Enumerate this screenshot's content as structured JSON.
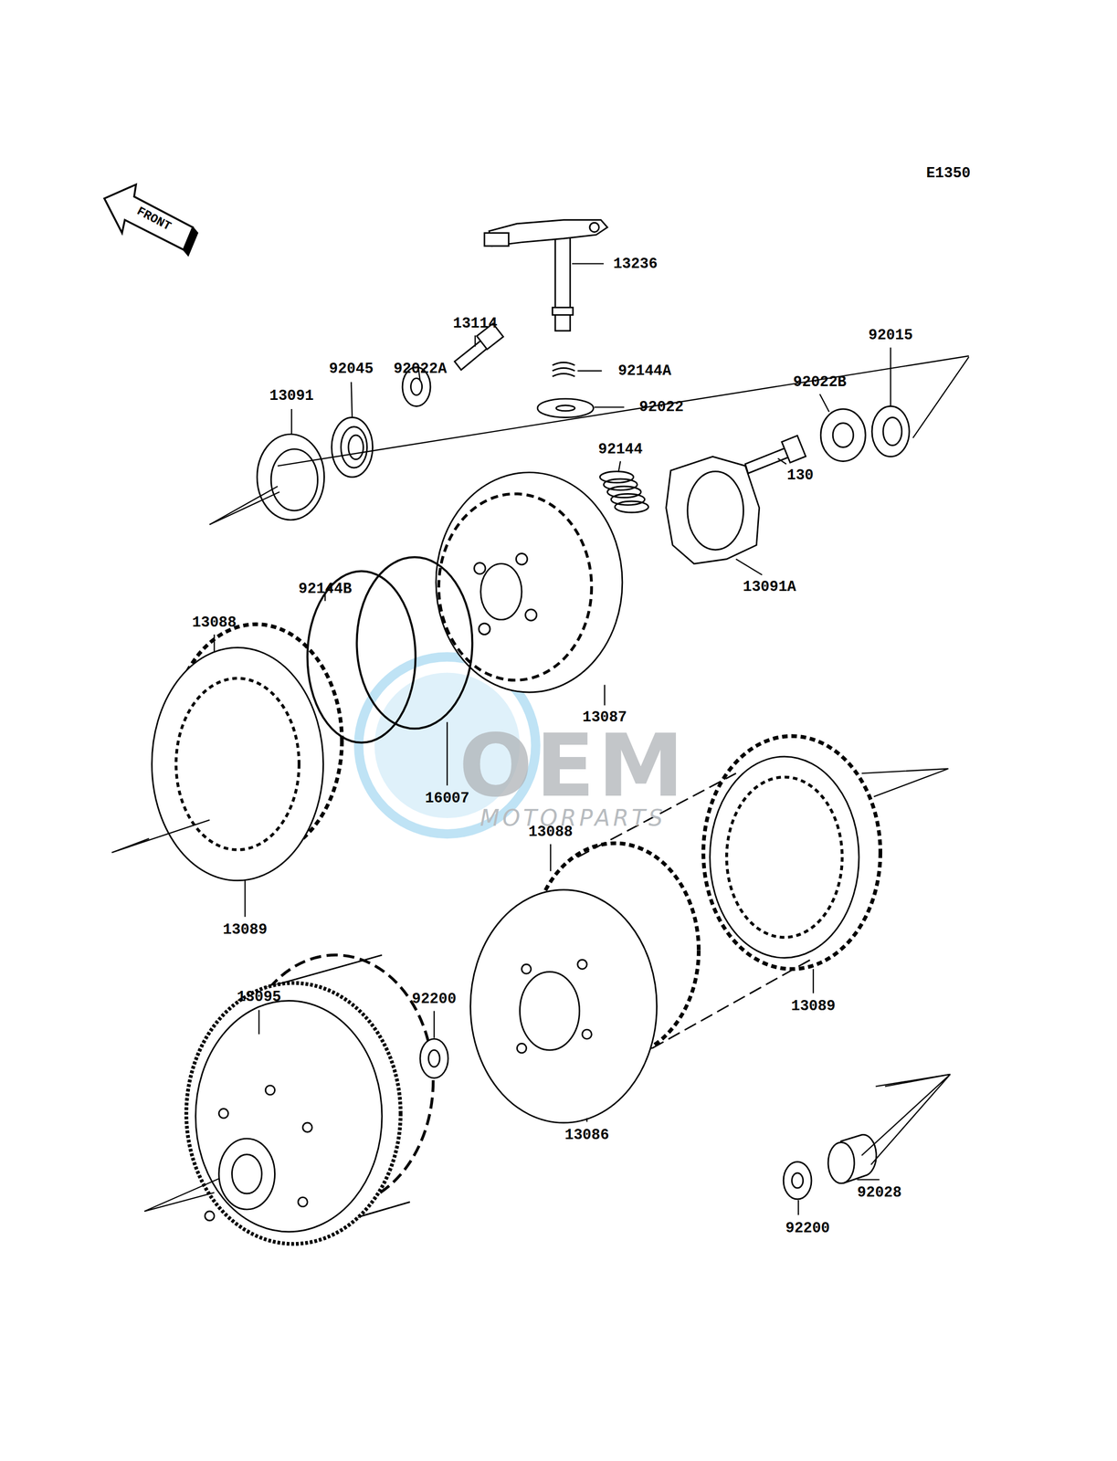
{
  "diagram": {
    "labels": [
      "E1350",
      "FRONT",
      "13236",
      "13114",
      "92022A",
      "92045",
      "13091",
      "92144A",
      "92022",
      "92015",
      "92022B",
      "92144",
      "130",
      "13091A",
      "92144B",
      "13088",
      "13087",
      "16007",
      "13088",
      "13089",
      "13089",
      "13095",
      "92200",
      "13086",
      "92200",
      "92028",
      "OEM",
      "MOTORPARTS"
    ]
  }
}
